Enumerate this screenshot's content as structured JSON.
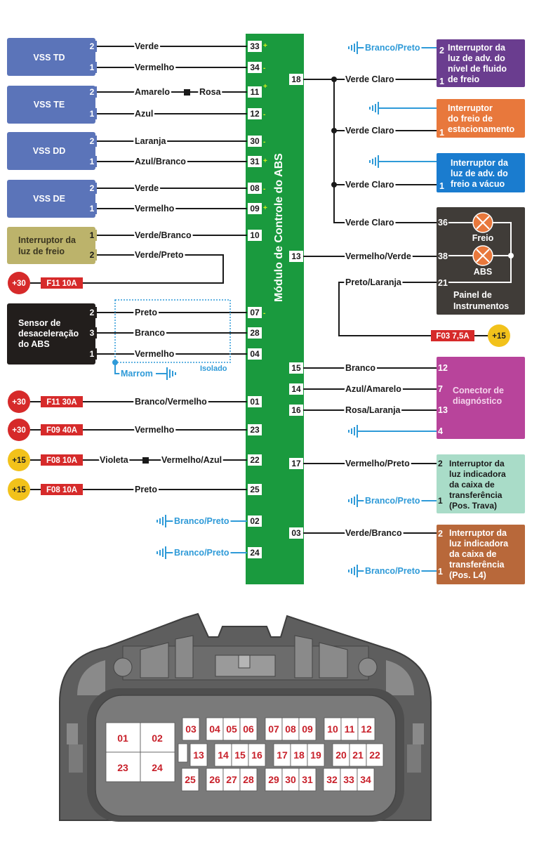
{
  "module": {
    "title": "Módulo de Controle do ABS"
  },
  "left": {
    "vss_td": {
      "label": "VSS TD",
      "pins": [
        "2",
        "1"
      ],
      "wires": [
        "Verde",
        "Vermelho"
      ],
      "ecu_pins": [
        "33",
        "34"
      ],
      "polarity": [
        "+",
        "-"
      ]
    },
    "vss_te": {
      "label": "VSS TE",
      "pins": [
        "2",
        "1"
      ],
      "wires": [
        "Amarelo",
        "Rosa",
        "Azul"
      ],
      "ecu_pins": [
        "11",
        "12"
      ],
      "polarity": [
        "+",
        "-"
      ]
    },
    "vss_dd": {
      "label": "VSS DD",
      "pins": [
        "2",
        "1"
      ],
      "wires": [
        "Laranja",
        "Azul/Branco"
      ],
      "ecu_pins": [
        "30",
        "31"
      ],
      "polarity": [
        "-",
        "+"
      ]
    },
    "vss_de": {
      "label": "VSS DE",
      "pins": [
        "2",
        "1"
      ],
      "wires": [
        "Verde",
        "Vermelho"
      ],
      "ecu_pins": [
        "08",
        "09"
      ],
      "polarity": [
        "-",
        "+"
      ]
    },
    "brake_switch": {
      "label_lines": [
        "Interruptor da",
        "luz de freio"
      ],
      "pins": [
        "1",
        "2"
      ],
      "wires": [
        "Verde/Branco",
        "Verde/Preto"
      ],
      "ecu_pins": [
        "10"
      ],
      "power": "+30",
      "fuse": "F11 10A"
    },
    "decel_sensor": {
      "label_lines": [
        "Sensor de",
        "desaceleração",
        "do ABS"
      ],
      "pins": [
        "2",
        "3",
        "1"
      ],
      "wires": [
        "Preto",
        "Branco",
        "Vermelho"
      ],
      "ecu_pins": [
        "07",
        "28",
        "04"
      ],
      "polarity_07": "-",
      "shield_wire": "Marrom",
      "shield_label": "Isolado"
    },
    "power_feeds": [
      {
        "power": "+30",
        "fuse": "F11 30A",
        "wire": "Branco/Vermelho",
        "ecu_pin": "01"
      },
      {
        "power": "+30",
        "fuse": "F09 40A",
        "wire": "Vermelho",
        "ecu_pin": "23"
      },
      {
        "power": "+15",
        "fuse": "F08 10A",
        "wire": "Violeta",
        "wire2": "Vermelho/Azul",
        "ecu_pin": "22"
      },
      {
        "power": "+15",
        "fuse": "F08 10A",
        "wire": "Preto",
        "ecu_pin": "25"
      }
    ],
    "grounds": [
      {
        "wire": "Branco/Preto",
        "ecu_pin": "02"
      },
      {
        "wire": "Branco/Preto",
        "ecu_pin": "24"
      }
    ]
  },
  "right": {
    "fluid_switch": {
      "label_lines": [
        "Interruptor da",
        "luz de adv. do",
        "nível de fluido",
        "de freio"
      ],
      "pins": [
        "2",
        "1"
      ],
      "ground_wire": "Branco/Preto",
      "wire": "Verde Claro",
      "ecu_pin": "18"
    },
    "parking_switch": {
      "label_lines": [
        "Interruptor",
        "do freio de",
        "estacionamento"
      ],
      "pin": "1",
      "wire": "Verde Claro"
    },
    "vacuum_switch": {
      "label_lines": [
        "Interruptor da",
        "luz de adv. do",
        "freio a vácuo"
      ],
      "pin": "1",
      "wire": "Verde Claro"
    },
    "cluster": {
      "label_lines": [
        "Painel de",
        "Instrumentos"
      ],
      "pins": [
        "36",
        "38",
        "21"
      ],
      "lamps": [
        "Freio",
        "ABS"
      ],
      "wires": [
        "Verde Claro",
        "Vermelho/Verde",
        "Preto/Laranja"
      ],
      "ecu_pin": "13",
      "fuse": "F03 7,5A",
      "power": "+15"
    },
    "diag": {
      "label_lines": [
        "Conector de",
        "diagnóstico"
      ],
      "pins": [
        "12",
        "7",
        "13",
        "4"
      ],
      "wires": [
        "Branco",
        "Azul/Amarelo",
        "Rosa/Laranja"
      ],
      "ecu_pins": [
        "15",
        "14",
        "16"
      ]
    },
    "transfer_lock": {
      "label_lines": [
        "Interruptor da",
        "luz indicadora",
        "da caixa de",
        "transferência",
        "(Pos. Trava)"
      ],
      "pins": [
        "2",
        "1"
      ],
      "wire": "Vermelho/Preto",
      "ground_wire": "Branco/Preto",
      "ecu_pin": "17"
    },
    "transfer_l4": {
      "label_lines": [
        "Interruptor da",
        "luz indicadora",
        "da caixa de",
        "transferência",
        "(Pos. L4)"
      ],
      "pins": [
        "2",
        "1"
      ],
      "wire": "Verde/Branco",
      "ground_wire": "Branco/Preto",
      "ecu_pin": "03"
    }
  },
  "connector": {
    "big": [
      "01",
      "02",
      "23",
      "24"
    ],
    "row1": [
      "03",
      "04",
      "05",
      "06",
      "07",
      "08",
      "09",
      "10",
      "11",
      "12"
    ],
    "row2": [
      "13",
      "14",
      "15",
      "16",
      "17",
      "18",
      "19",
      "20",
      "21",
      "22"
    ],
    "row3": [
      "25",
      "26",
      "27",
      "28",
      "29",
      "30",
      "31",
      "32",
      "33",
      "34"
    ]
  },
  "colors": {
    "module": "#1a9a3e",
    "vss": "#5b74b9",
    "fuse": "#d62a2a",
    "plus30": "#d62a2a",
    "plus15": "#f2c21b",
    "ground": "#2e9ad8"
  }
}
